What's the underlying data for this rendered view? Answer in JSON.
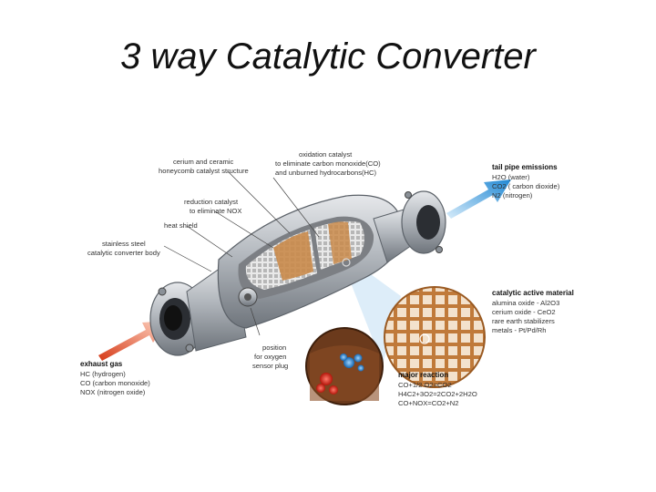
{
  "title": "3 way Catalytic Converter",
  "labels": {
    "honeycomb": [
      "cerium and ceramic",
      "honeycomb catalyst structure"
    ],
    "oxidation": [
      "oxidation catalyst",
      "to eliminate carbon monoxide(CO)",
      "and unburned hydrocarbons(HC)"
    ],
    "reduction": [
      "reduction catalyst",
      "to eliminate NOX"
    ],
    "heat_shield": "heat shield",
    "body": [
      "stainless steel",
      "catalytic converter body"
    ],
    "sensor": [
      "position",
      "for oxygen",
      "sensor plug"
    ]
  },
  "tail_pipe": {
    "title": "tail pipe emissions",
    "items": [
      "H2O (water)",
      "CO2 ( carbon dioxide)",
      "N2 (nitrogen)"
    ]
  },
  "exhaust_gas": {
    "title": "exhaust gas",
    "items": [
      "HC (hydrogen)",
      "CO (carbon monoxide)",
      "NOX (nitrogen oxide)"
    ]
  },
  "active_material": {
    "title": "catalytic active material",
    "items": [
      "alumina oxide - Al2O3",
      "cerium oxide - CeO2",
      "rare earth stabilizers",
      "metals - Pt/Pd/Rh"
    ]
  },
  "major_reaction": {
    "title": "major reaction",
    "items": [
      "CO+1/2 O2=CO2",
      "H4C2+3O2=2CO2+2H2O",
      "CO+NOX=CO2+N2"
    ]
  },
  "colors": {
    "inlet_arrow": "#e8431e",
    "outlet_arrow": "#2a8fd6",
    "steel": "#b9bec4",
    "catalyst": "#c98a4a"
  }
}
